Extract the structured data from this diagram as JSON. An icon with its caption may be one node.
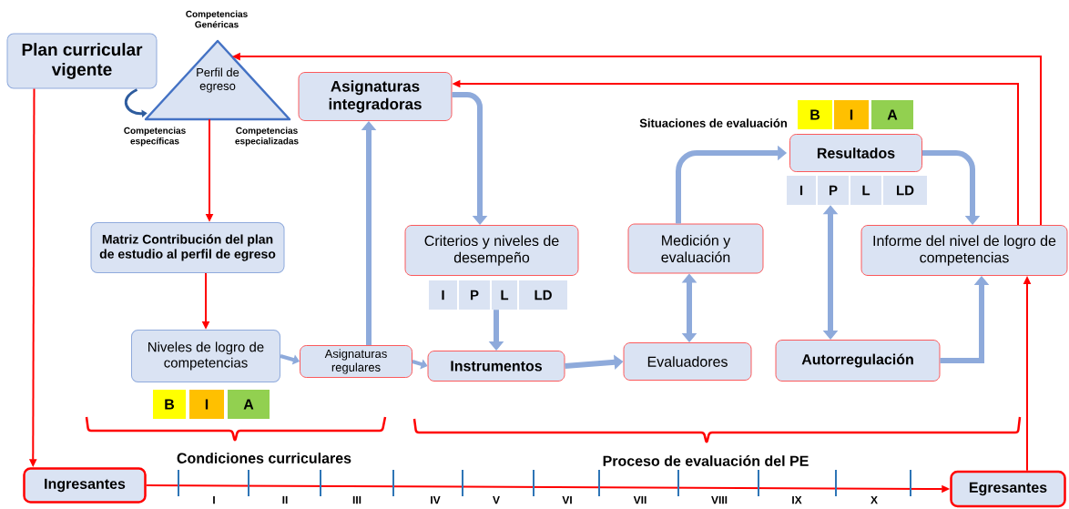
{
  "diagram": {
    "nodes": [
      {
        "text": [
          "Plan curricular vigente"
        ]
      },
      {
        "text": [
          "Perfil de egreso"
        ],
        "beside": [
          "Competencias Genéricas",
          "Competencias específicas"
        ]
      },
      {
        "text": [
          "Asignaturas integradoras"
        ]
      },
      {
        "text": [
          "Matriz Contribución del plan de estudio al perfil de egreso"
        ]
      },
      {
        "text": [
          "Niveles de logro de competencias"
        ]
      },
      {
        "text": [
          "Asignaturas regulares"
        ]
      },
      {
        "text": [
          "Criterios y niveles de desempeño"
        ]
      },
      {
        "text": [
          "Instrumentos"
        ]
      },
      {
        "text": [
          "Medición y evaluación"
        ]
      },
      {
        "text": [
          "Evaluadores"
        ]
      },
      {
        "text": [
          "Resultados"
        ]
      },
      {
        "text": [
          "Informe del nivel de logro de competencias"
        ]
      },
      {
        "text": [
          "Autorregulación"
        ]
      },
      {
        "text": [
          "Ingresantes"
        ]
      },
      {
        "text": [
          "Egresantes"
        ]
      },
      {
        "text": [
          "I",
          "P",
          "L",
          "LD"
        ]
      },
      {
        "text": [
          "I",
          "P",
          "L",
          "LD"
        ]
      }
    ],
    "edges": [
      {
        "from": 0,
        "to": 13,
        "arrow": "to",
        "color": "#ff0000"
      },
      {
        "from": 0,
        "to": 1,
        "arrow": "to",
        "color": "#2e5c9e"
      },
      {
        "from": 1,
        "to": 3,
        "arrow": "to",
        "color": "#ff0000"
      },
      {
        "from": 3,
        "to": 4,
        "arrow": "to",
        "color": "#ff0000"
      },
      {
        "from": 4,
        "to": 5,
        "arrow": "to"
      },
      {
        "from": 5,
        "to": 2,
        "arrow": "to"
      },
      {
        "from": 5,
        "to": 7,
        "arrow": "to"
      },
      {
        "from": 2,
        "to": 6,
        "arrow": "to"
      },
      {
        "from": 15,
        "to": 7,
        "arrow": "to"
      },
      {
        "from": 7,
        "to": 9,
        "arrow": "to"
      },
      {
        "from": 9,
        "to": 8,
        "arrow": "both"
      },
      {
        "from": 8,
        "to": 10,
        "arrow": "to"
      },
      {
        "from": 10,
        "to": 11,
        "arrow": "to"
      },
      {
        "from": 12,
        "to": 16,
        "arrow": "both"
      },
      {
        "from": 12,
        "to": 11,
        "arrow": "to"
      },
      {
        "from": 11,
        "to": 1,
        "arrow": "to",
        "color": "#ff0000"
      },
      {
        "from": 11,
        "to": 2,
        "arrow": "to",
        "color": "#ff0000"
      },
      {
        "from": 13,
        "to": 14,
        "arrow": "to",
        "color": "#ff0000"
      },
      {
        "from": 14,
        "to": 11,
        "arrow": "to",
        "color": "#ff0000"
      }
    ],
    "labels": [
      "Competencias especializadas",
      "Situaciones de evaluación",
      "B",
      "I",
      "A",
      "B",
      "I",
      "A",
      "Condiciones curriculares",
      "Proceso de evaluación del PE",
      "I",
      "II",
      "III",
      "IV",
      "V",
      "VI",
      "VII",
      "VIII",
      "IX",
      "X"
    ]
  }
}
